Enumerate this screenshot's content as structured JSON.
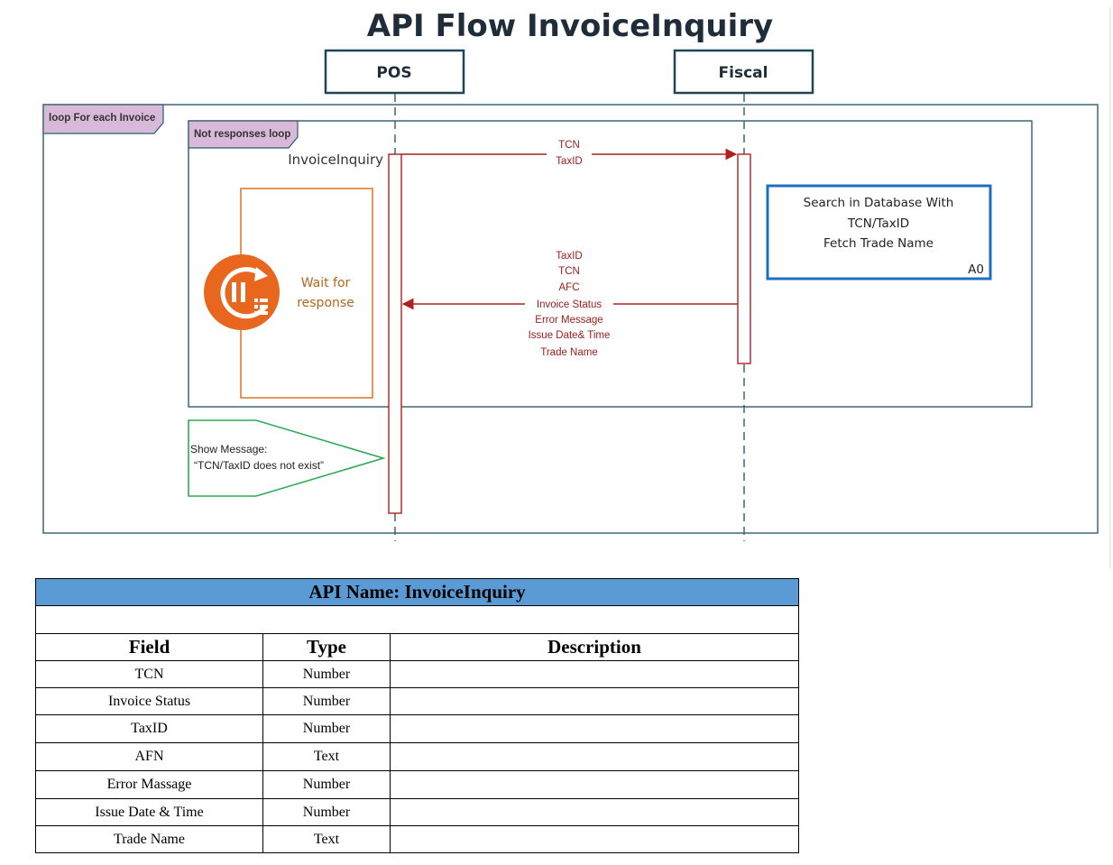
{
  "diagram": {
    "title": "API Flow InvoiceInquiry",
    "actors": {
      "pos": "POS",
      "fiscal": "Fiscal"
    },
    "loop_frame_label": "loop For each Invoice",
    "inner_frame_label": "Not responses loop",
    "call_label": "InvoiceInquiry",
    "request_lines": [
      "TCN",
      "TaxID"
    ],
    "response_lines": [
      "TaxID",
      "TCN",
      "AFC",
      "Invoice Status",
      "Error Message",
      "Issue Date& Time",
      "Trade Name"
    ],
    "wait_lines": [
      "Wait for",
      "response"
    ],
    "db_note_lines": [
      "Search in Database With",
      "TCN/TaxID",
      "Fetch Trade Name"
    ],
    "db_note_tag": "A0",
    "show_message_lines": [
      "Show Message:",
      "“TCN/TaxID does not exist”"
    ],
    "colors": {
      "frame_border": "#2e5d6b",
      "frame_tag": "#d9b9d9",
      "message_arrow": "#b02020",
      "wait_box": "#e07b30",
      "wait_icon": "#e8661e",
      "db_note_border": "#1f6fc0",
      "show_message": "#2eaa57"
    },
    "icons": {
      "wait": "pause-refresh-icon"
    }
  },
  "table": {
    "api_name": "API Name: InvoiceInquiry",
    "columns": [
      "Field",
      "Type",
      "Description"
    ],
    "rows": [
      {
        "field": "TCN",
        "type": "Number",
        "description": ""
      },
      {
        "field": "Invoice Status",
        "type": "Number",
        "description": ""
      },
      {
        "field": "TaxID",
        "type": "Number",
        "description": ""
      },
      {
        "field": "AFN",
        "type": "Text",
        "description": ""
      },
      {
        "field": "Error Massage",
        "type": "Number",
        "description": ""
      },
      {
        "field": "Issue Date & Time",
        "type": "Number",
        "description": ""
      },
      {
        "field": "Trade Name",
        "type": "Text",
        "description": ""
      }
    ],
    "header_color": "#5b9bd5"
  }
}
